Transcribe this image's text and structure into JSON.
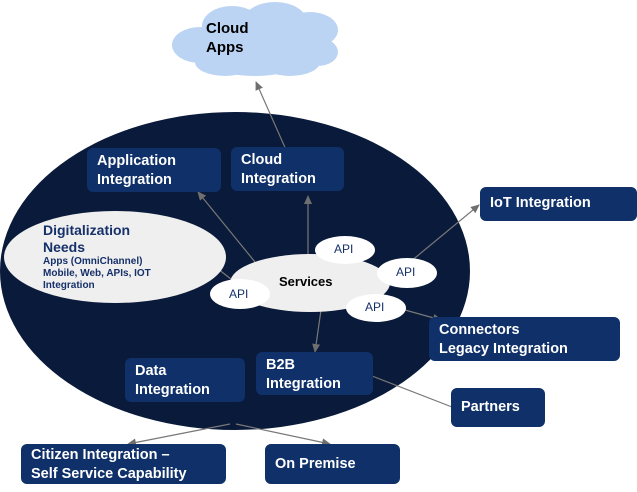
{
  "cloud": {
    "lines": [
      "Cloud",
      "Apps"
    ]
  },
  "hub": {
    "label": "Services"
  },
  "api_label": "API",
  "digitalization": {
    "title_lines": [
      "Digitalization",
      "Needs"
    ],
    "detail_lines": [
      "Apps (OmniChannel)",
      "Mobile, Web, APIs, IOT",
      "Integration"
    ]
  },
  "inner_boxes": {
    "application_integration": [
      "Application",
      "Integration"
    ],
    "cloud_integration": [
      "Cloud",
      "Integration"
    ],
    "data_integration": [
      "Data",
      "Integration"
    ],
    "b2b_integration": [
      "B2B",
      "Integration"
    ]
  },
  "outer_boxes": {
    "iot_integration": [
      "IoT Integration"
    ],
    "connectors": [
      "Connectors",
      "Legacy Integration"
    ],
    "partners": [
      "Partners"
    ],
    "citizen_integration": [
      "Citizen Integration –",
      "Self Service Capability"
    ],
    "on_premise": [
      "On Premise"
    ]
  },
  "colors": {
    "ellipse": "#0a1a3a",
    "box": "#0f3068",
    "cloud": "#bcd4f4",
    "light_ellipse": "#efefef",
    "connector": "#777777",
    "text_dark": "#16306a"
  }
}
